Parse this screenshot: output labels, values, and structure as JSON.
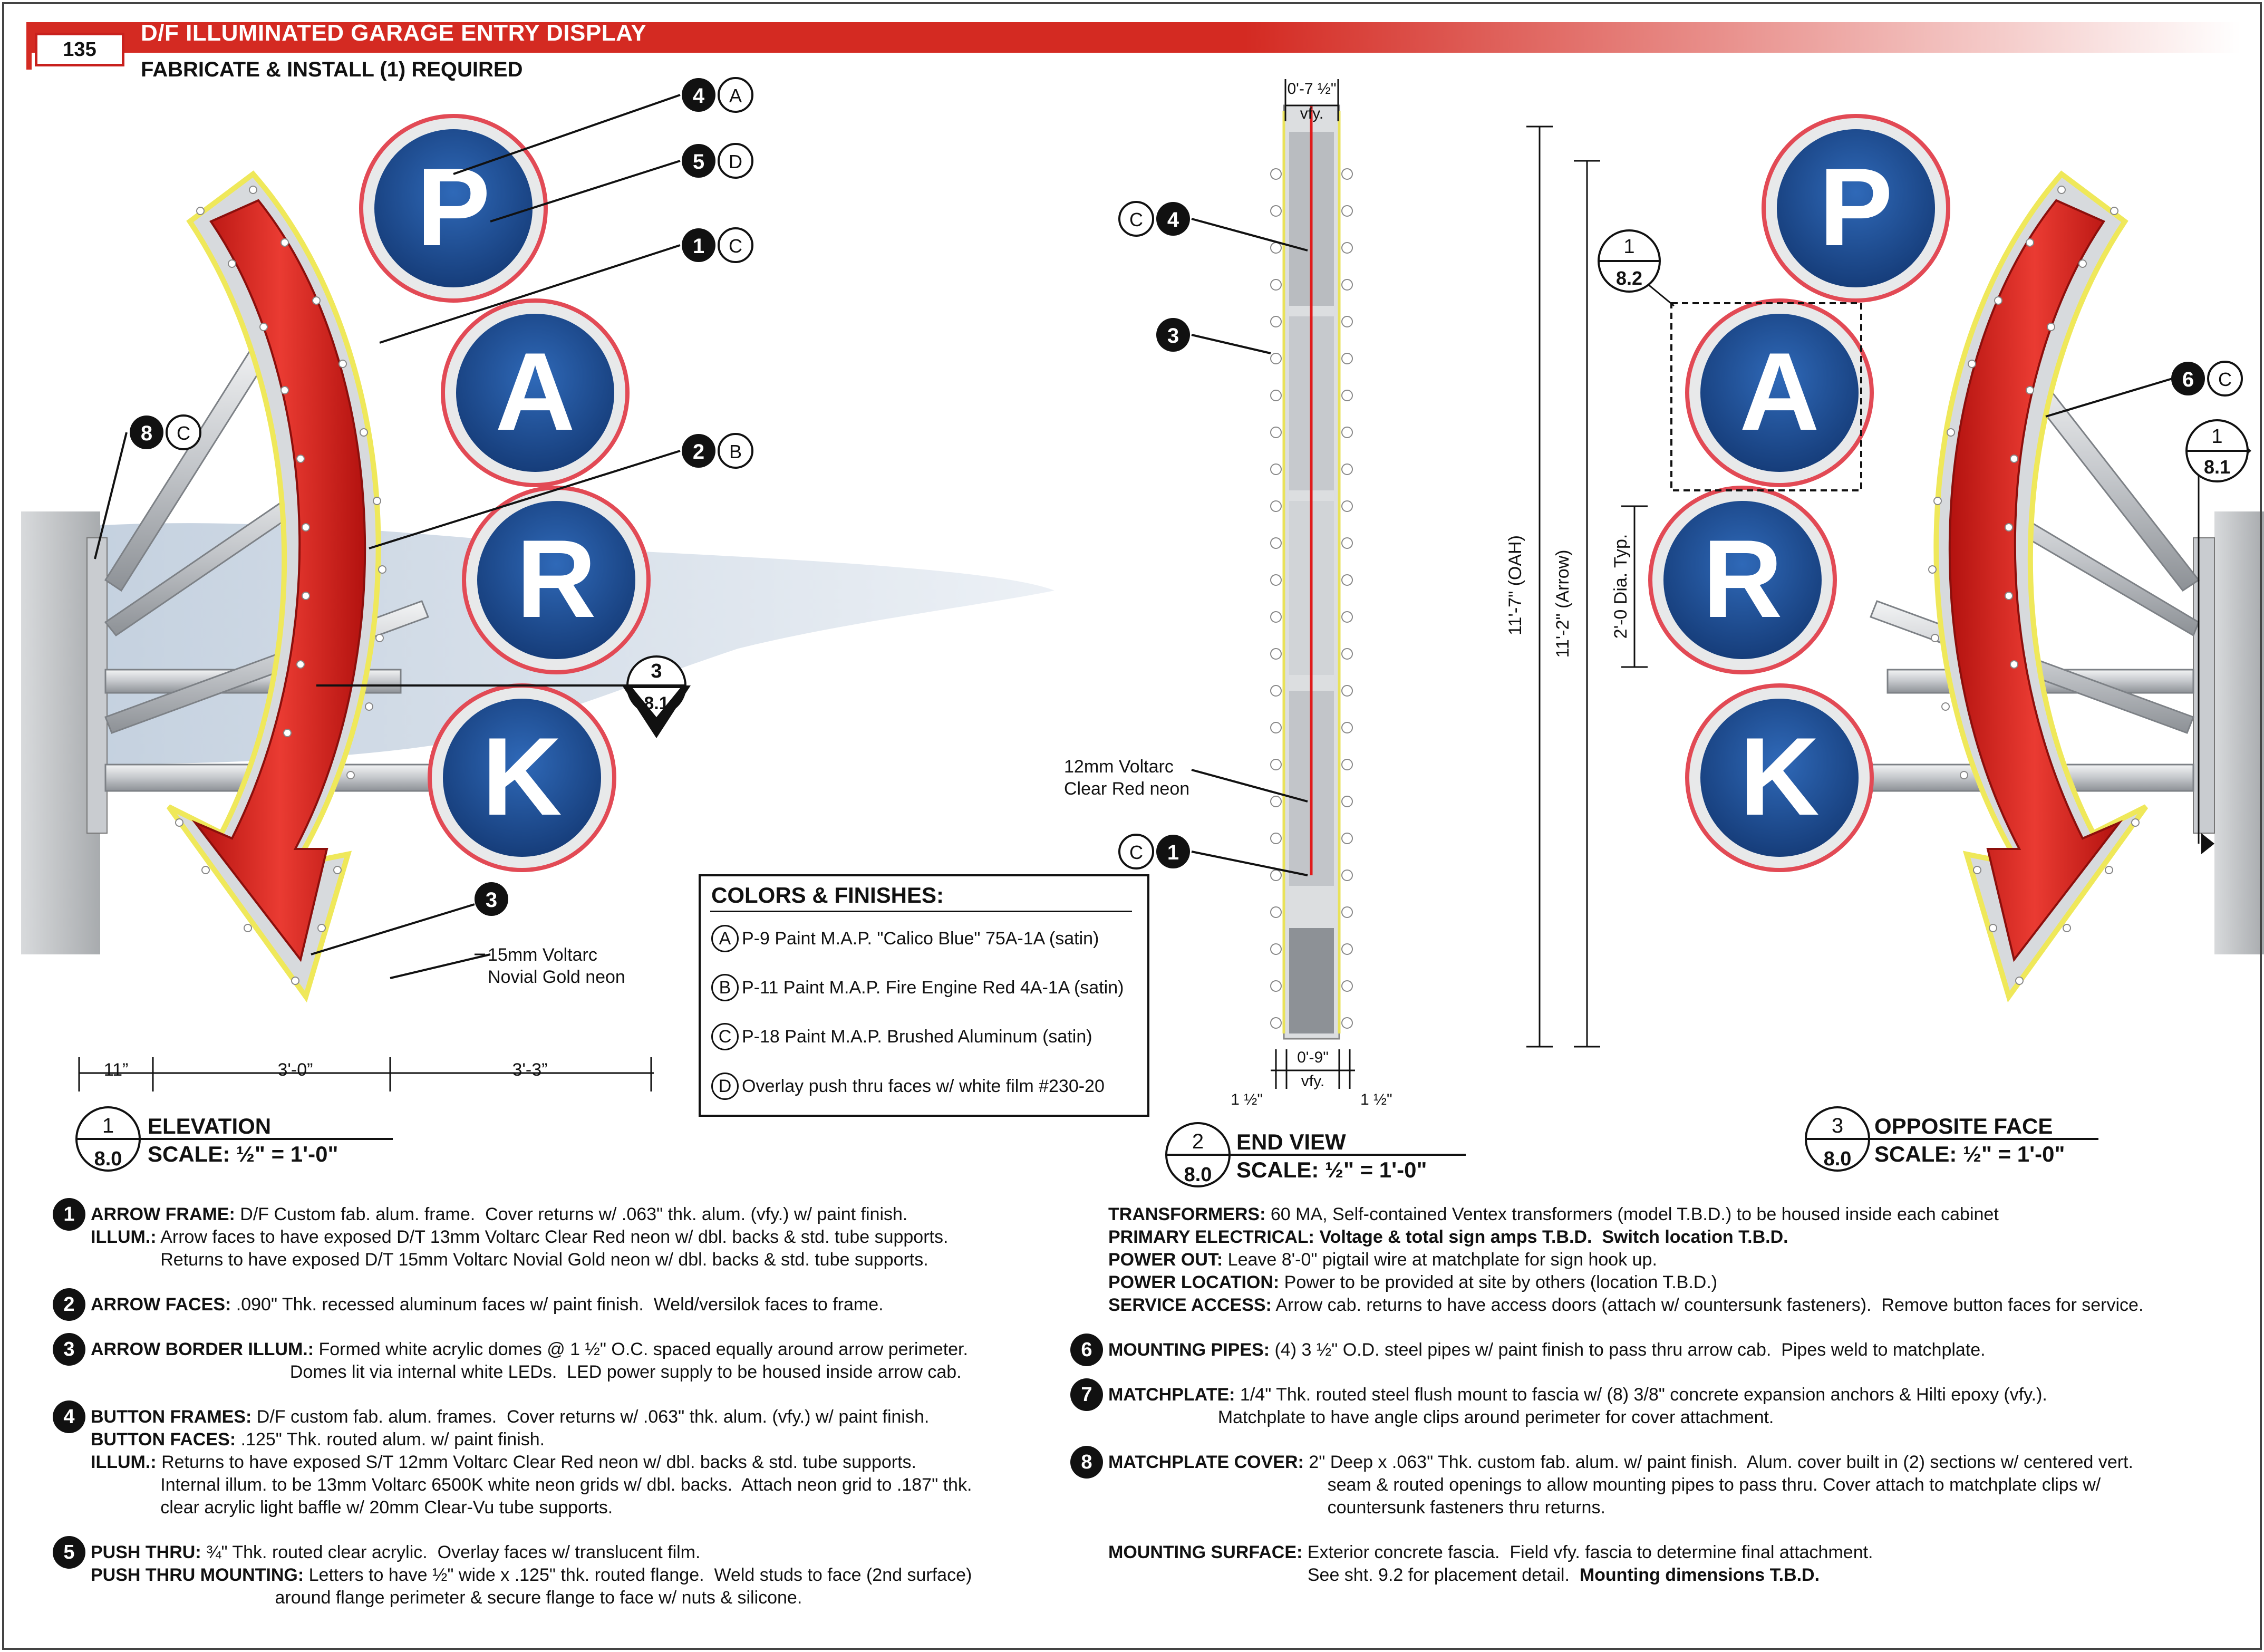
{
  "header": {
    "sheet_number": "135",
    "title": "D/F ILLUMINATED GARAGE ENTRY DISPLAY",
    "subtitle": "FABRICATE & INSTALL (1) REQUIRED"
  },
  "letters": [
    "P",
    "A",
    "R",
    "K"
  ],
  "colors": {
    "red": "#d8261f",
    "blue": "#1f4f96",
    "aluminum": "#c9ccd0",
    "neon_gold": "#f2e84a",
    "sky": "#c9d5e3"
  },
  "callouts": {
    "a4": "4",
    "aA": "A",
    "a5": "5",
    "aD": "D",
    "a1": "1",
    "aC1": "C",
    "a2": "2",
    "aB": "B",
    "a8": "8",
    "aC8": "C",
    "a3": "3",
    "a6": "6",
    "aC6": "C",
    "e_c4_c": "C",
    "e_c4_n": "4",
    "e_3": "3",
    "e_c1_c": "C",
    "e_c1_n": "1"
  },
  "labels": {
    "neon_gold": "15mm Voltarc",
    "neon_gold2": "Novial Gold neon",
    "neon_red": "12mm Voltarc",
    "neon_red2": "Clear Red neon"
  },
  "dimensions": {
    "d1": "11”",
    "d2": "3'-0”",
    "d3": "3'-3”",
    "top_w": "0'-7 ½\"",
    "top_vfy": "vfy.",
    "bot_w": "0'-9\"",
    "bot_vfy": "vfy.",
    "left_1": "1 ½\"",
    "right_1": "1 ½\"",
    "oah": "11'-7\" (OAH)",
    "arrow_h": "11'-2\" (Arrow)",
    "dia": "2'-0 Dia. Typ."
  },
  "section_marks": {
    "s1_top": "3",
    "s1_bot": "8.1",
    "s2_top": "1",
    "s2_bot": "8.2",
    "s3_top": "1",
    "s3_bot": "8.1"
  },
  "views": [
    {
      "num": "1",
      "sheet": "8.0",
      "name": "ELEVATION",
      "scale": "SCALE: ½\" = 1'-0\""
    },
    {
      "num": "2",
      "sheet": "8.0",
      "name": "END VIEW",
      "scale": "SCALE: ½\" = 1'-0\""
    },
    {
      "num": "3",
      "sheet": "8.0",
      "name": "OPPOSITE FACE",
      "scale": "SCALE: ½\" = 1'-0\""
    }
  ],
  "finishes": {
    "title": "COLORS & FINISHES:",
    "items": [
      {
        "key": "A",
        "text": "P-9 Paint M.A.P. \"Calico Blue\" 75A-1A (satin)"
      },
      {
        "key": "B",
        "text": "P-11 Paint M.A.P. Fire Engine Red 4A-1A (satin)"
      },
      {
        "key": "C",
        "text": "P-18 Paint M.A.P. Brushed Aluminum (satin)"
      },
      {
        "key": "D",
        "text": "Overlay push thru faces w/ white film #230-20"
      }
    ]
  },
  "notes_left": [
    {
      "num": "1",
      "lines": [
        {
          "b": "ARROW FRAME:",
          "t": " D/F Custom fab. alum. frame.  Cover returns w/ .063\" thk. alum. (vfy.) w/ paint finish."
        },
        {
          "b": "ILLUM.:",
          "t": " Arrow faces to have exposed D/T 13mm Voltarc Clear Red neon w/ dbl. backs & std. tube supports."
        },
        {
          "b": "",
          "t": "              Returns to have exposed D/T 15mm Voltarc Novial Gold neon w/ dbl. backs & std. tube supports."
        }
      ]
    },
    {
      "num": "2",
      "lines": [
        {
          "b": "ARROW FACES:",
          "t": " .090\" Thk. recessed aluminum faces w/ paint finish.  Weld/versilok faces to frame."
        }
      ]
    },
    {
      "num": "3",
      "lines": [
        {
          "b": "ARROW BORDER ILLUM.:",
          "t": " Formed white acrylic domes @ 1 ½\" O.C. spaced equally around arrow perimeter."
        },
        {
          "b": "",
          "t": "                                        Domes lit via internal white LEDs.  LED power supply to be housed inside arrow cab."
        }
      ]
    },
    {
      "num": "4",
      "lines": [
        {
          "b": "BUTTON FRAMES:",
          "t": " D/F custom fab. alum. frames.  Cover returns w/ .063\" thk. alum. (vfy.) w/ paint finish."
        },
        {
          "b": "BUTTON FACES:",
          "t": " .125\" Thk. routed alum. w/ paint finish."
        },
        {
          "b": "ILLUM.:",
          "t": " Returns to have exposed S/T 12mm Voltarc Clear Red neon w/ dbl. backs & std. tube supports."
        },
        {
          "b": "",
          "t": "              Internal illum. to be 13mm Voltarc 6500K white neon grids w/ dbl. backs.  Attach neon grid to .187\" thk."
        },
        {
          "b": "",
          "t": "              clear acrylic light baffle w/ 20mm Clear-Vu tube supports."
        }
      ]
    },
    {
      "num": "5",
      "lines": [
        {
          "b": "PUSH THRU:",
          "t": " ¾\" Thk. routed clear acrylic.  Overlay faces w/ translucent film."
        },
        {
          "b": "PUSH THRU MOUNTING:",
          "t": " Letters to have ½\" wide x .125\" thk. routed flange.  Weld studs to face (2nd surface)"
        },
        {
          "b": "",
          "t": "                                     around flange perimeter & secure flange to face w/ nuts & silicone."
        }
      ]
    }
  ],
  "notes_right": [
    {
      "num": "",
      "lines": [
        {
          "b": "TRANSFORMERS:",
          "t": " 60 MA, Self-contained Ventex transformers (model T.B.D.) to be housed inside each cabinet"
        },
        {
          "b": "PRIMARY ELECTRICAL: Voltage & total sign amps T.B.D.  Switch location T.B.D.",
          "t": ""
        },
        {
          "b": "POWER OUT:",
          "t": " Leave 8'-0\" pigtail wire at matchplate for sign hook up."
        },
        {
          "b": "POWER LOCATION:",
          "t": " Power to be provided at site by others (location T.B.D.)"
        },
        {
          "b": "SERVICE ACCESS:",
          "t": " Arrow cab. returns to have access doors (attach w/ countersunk fasteners).  Remove button faces for service."
        }
      ]
    },
    {
      "num": "6",
      "lines": [
        {
          "b": "MOUNTING PIPES:",
          "t": " (4) 3 ½\" O.D. steel pipes w/ paint finish to pass thru arrow cab.  Pipes weld to matchplate."
        }
      ]
    },
    {
      "num": "7",
      "lines": [
        {
          "b": "MATCHPLATE:",
          "t": " 1/4\" Thk. routed steel flush mount to fascia w/ (8) 3/8\" concrete expansion anchors & Hilti epoxy (vfy.)."
        },
        {
          "b": "",
          "t": "                      Matchplate to have angle clips around perimeter for cover attachment."
        }
      ]
    },
    {
      "num": "8",
      "lines": [
        {
          "b": "MATCHPLATE COVER:",
          "t": " 2\" Deep x .063\" Thk. custom fab. alum. w/ paint finish.  Alum. cover built in (2) sections w/ centered vert."
        },
        {
          "b": "",
          "t": "                                            seam & routed openings to allow mounting pipes to pass thru. Cover attach to matchplate clips w/"
        },
        {
          "b": "",
          "t": "                                            countersunk fasteners thru returns."
        }
      ]
    },
    {
      "num": "",
      "lines": [
        {
          "b": "MOUNTING SURFACE:",
          "t": " Exterior concrete fascia.  Field vfy. fascia to determine final attachment."
        },
        {
          "b": "",
          "t": "                                        See sht. 9.2 for placement detail.  ",
          "b2": "Mounting dimensions T.B.D."
        }
      ]
    }
  ]
}
